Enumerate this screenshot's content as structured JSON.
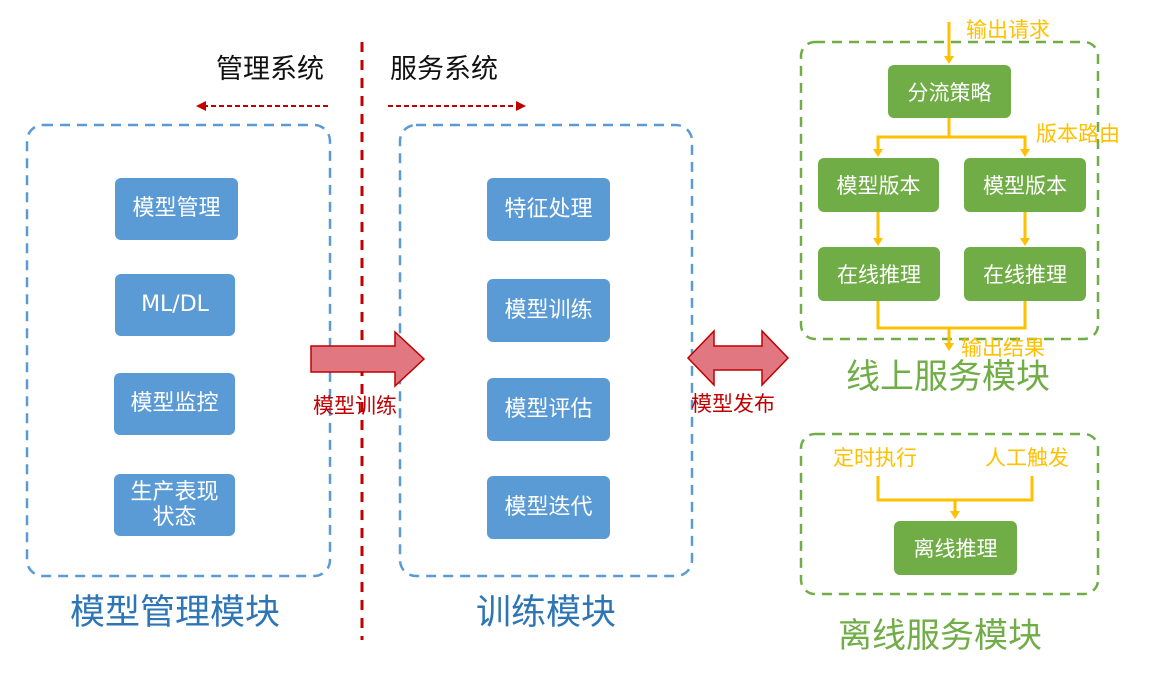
{
  "top_labels": {
    "management_system": "管理系统",
    "service_system": "服务系统"
  },
  "model_management": {
    "title": "模型管理模块",
    "items": [
      "模型管理",
      "ML/DL",
      "模型监控",
      "生产表现\n状态"
    ]
  },
  "training": {
    "title": "训练模块",
    "items": [
      "特征处理",
      "模型训练",
      "模型评估",
      "模型迭代"
    ]
  },
  "arrows": {
    "model_training": "模型训练",
    "model_release": "模型发布"
  },
  "online_service": {
    "title": "线上服务模块",
    "output_request": "输出请求",
    "routing_strategy": "分流策略",
    "version_routing": "版本路由",
    "versions": [
      "模型版本",
      "模型版本"
    ],
    "inference": [
      "在线推理",
      "在线推理"
    ],
    "output_result": "输出结果"
  },
  "offline_service": {
    "title": "离线服务模块",
    "scheduled": "定时执行",
    "manual": "人工触发",
    "inference": "离线推理"
  },
  "colors": {
    "blue": "#5b9bd5",
    "green": "#70ad47",
    "yellow": "#ffc000",
    "red": "#c00000",
    "arrow_fill": "#e07781"
  }
}
